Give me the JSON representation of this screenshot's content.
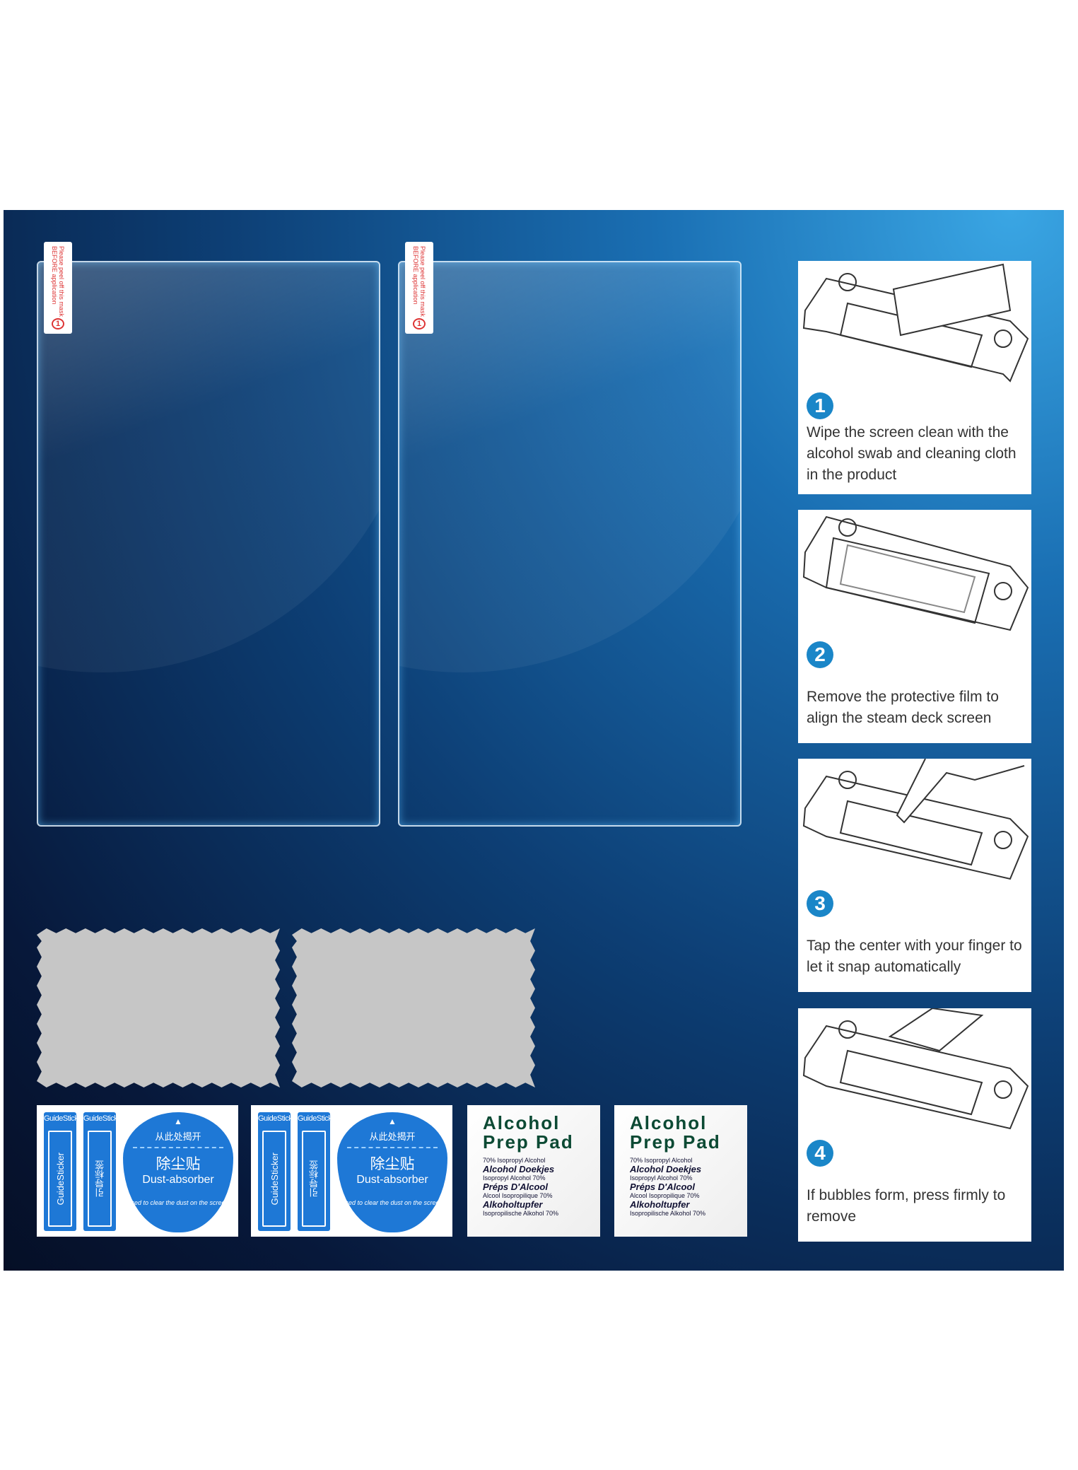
{
  "protector_tab": {
    "text": "Please peel off this mask BEFORE application",
    "number": "1"
  },
  "dust_absorber": {
    "guide_label": "GuideSticker",
    "guide_cn": "引导标签",
    "arrow": "▲",
    "peel_cn": "从此处揭开",
    "title_cn": "除尘贴",
    "title_en": "Dust-absorber",
    "caption": "used to clear the dust on the screen"
  },
  "alcohol_pad": {
    "title1": "Alcohol",
    "title2": "Prep Pad",
    "lines": [
      "70% Isopropyl Alcohol",
      "Alcohol Doekjes",
      "Isopropyl Alcohol 70%",
      "Préps D'Alcool",
      "Alcool Isopropilique 70%",
      "Alkoholtupfer",
      "Isopropilische Alkohol 70%"
    ]
  },
  "steps": [
    {
      "number": "1",
      "text": "Wipe the screen clean with the alcohol swab and cleaning cloth in the product"
    },
    {
      "number": "2",
      "text": "Remove the protective film to align the steam deck screen"
    },
    {
      "number": "3",
      "text": "Tap the center with your finger to let it snap automatically"
    },
    {
      "number": "4",
      "text": "If bubbles form, press firmly to remove"
    }
  ]
}
